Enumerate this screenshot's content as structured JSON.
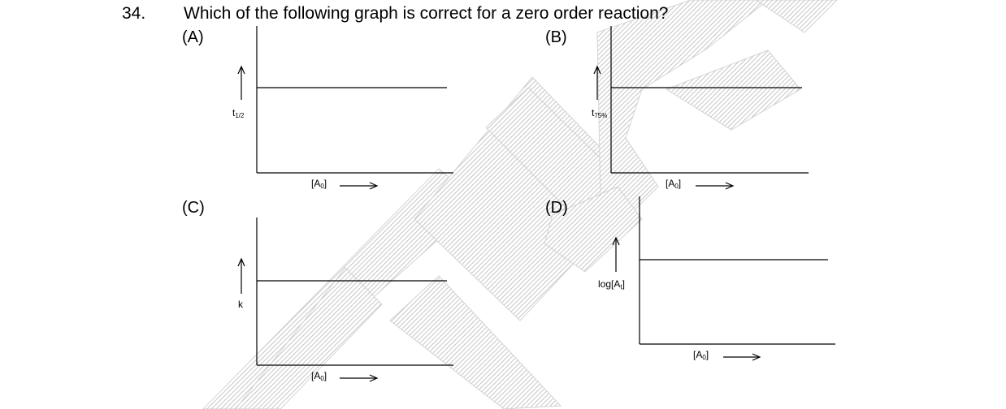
{
  "question": {
    "number": "34.",
    "text": "Which of the following graph is correct for a zero order reaction?"
  },
  "graphs": [
    {
      "option_label": "(A)",
      "y_label_main": "t",
      "y_label_sub": "1/2",
      "x_label_main": "[A",
      "x_label_sub": "0",
      "x_label_end": "]"
    },
    {
      "option_label": "(B)",
      "y_label_main": "t",
      "y_label_sub": "75%",
      "x_label_main": "[A",
      "x_label_sub": "0",
      "x_label_end": "]"
    },
    {
      "option_label": "(C)",
      "y_label_main": "k",
      "y_label_sub": "",
      "x_label_main": "[A",
      "x_label_sub": "0",
      "x_label_end": "]"
    },
    {
      "option_label": "(D)",
      "y_label_main": "log[A",
      "y_label_sub": "t",
      "y_label_end": "]",
      "x_label_main": "[A",
      "x_label_sub": "0",
      "x_label_end": "]"
    }
  ],
  "colors": {
    "ink": "#000000",
    "watermark": "#bdbdbd"
  }
}
